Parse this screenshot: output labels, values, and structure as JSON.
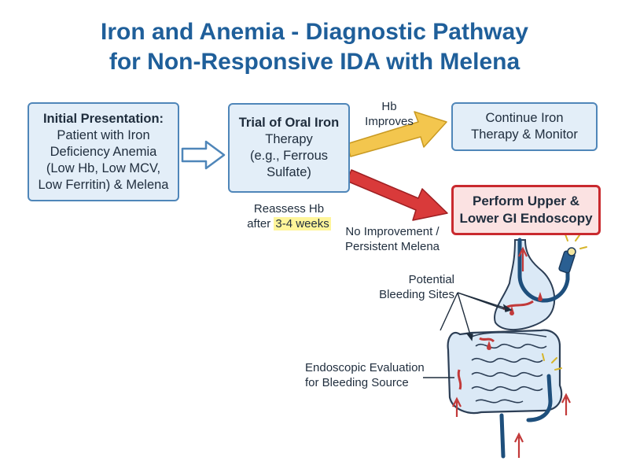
{
  "title": {
    "line1": "Iron and Anemia - Diagnostic Pathway",
    "line2": "for Non-Responsive IDA with Melena"
  },
  "boxes": {
    "initial": {
      "heading": "Initial Presentation:",
      "lines": [
        "Patient with Iron",
        "Deficiency Anemia",
        "(Low Hb, Low MCV,",
        "Low Ferritin) & Melena"
      ]
    },
    "trial": {
      "heading": "Trial of Oral Iron",
      "lines": [
        "Therapy",
        "(e.g., Ferrous",
        "Sulfate)"
      ]
    },
    "continue": {
      "lines": [
        "Continue Iron",
        "Therapy & Monitor"
      ]
    },
    "endoscopy": {
      "lines": [
        "Perform Upper &",
        "Lower GI Endoscopy"
      ]
    }
  },
  "labels": {
    "hb_improves": [
      "Hb",
      "Improves"
    ],
    "reassess": {
      "line1": "Reassess Hb",
      "line2_prefix": "after ",
      "line2_highlight": "3-4 weeks"
    },
    "no_improvement": [
      "No Improvement /",
      "Persistent Melena"
    ],
    "bleeding_sites": [
      "Potential",
      "Bleeding Sites"
    ],
    "endoscopic_eval": [
      "Endoscopic Evaluation",
      "for Bleeding Source"
    ]
  },
  "colors": {
    "title": "#1f5f9a",
    "box_fill": "#e3eef8",
    "box_border": "#4f86b9",
    "alert_fill": "#fbe2e2",
    "alert_border": "#c9292e",
    "improve_arrow": "#f3c64e",
    "worse_arrow": "#d93a3a",
    "highlight": "#fff59a"
  }
}
